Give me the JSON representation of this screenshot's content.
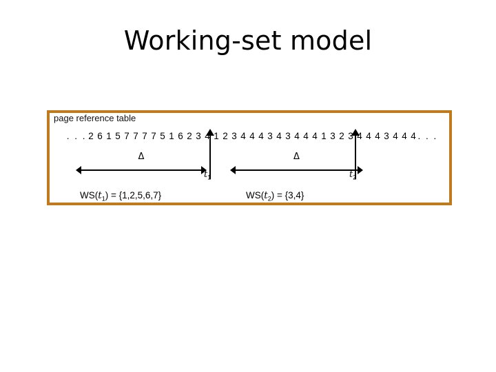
{
  "slide": {
    "title": "Working-set model",
    "background_color": "#ffffff"
  },
  "figure": {
    "border_color": "#bf7a1e",
    "background_color": "#ffffff",
    "caption": "page reference table",
    "reference_string": {
      "leading_ellipsis": ". . .",
      "trailing_ellipsis": ". . .",
      "pages": [
        2,
        6,
        1,
        5,
        7,
        7,
        7,
        7,
        5,
        1,
        6,
        2,
        3,
        4,
        1,
        2,
        3,
        4,
        4,
        4,
        3,
        4,
        3,
        4,
        4,
        4,
        1,
        3,
        2,
        3,
        4,
        4,
        4,
        3,
        4,
        4,
        4
      ]
    },
    "windows": [
      {
        "delta_symbol": "Δ",
        "tick_name": "t",
        "tick_index": "1",
        "working_set_label": "WS(",
        "working_set_var": "t",
        "working_set_sub": "1",
        "working_set_value": ") = {1,2,5,6,7}",
        "pages_in_set": [
          1,
          2,
          5,
          6,
          7
        ]
      },
      {
        "delta_symbol": "Δ",
        "tick_name": "t",
        "tick_index": "2",
        "working_set_label": "WS(",
        "working_set_var": "t",
        "working_set_sub": "2",
        "working_set_value": ") = {3,4}",
        "pages_in_set": [
          3,
          4
        ]
      }
    ]
  }
}
